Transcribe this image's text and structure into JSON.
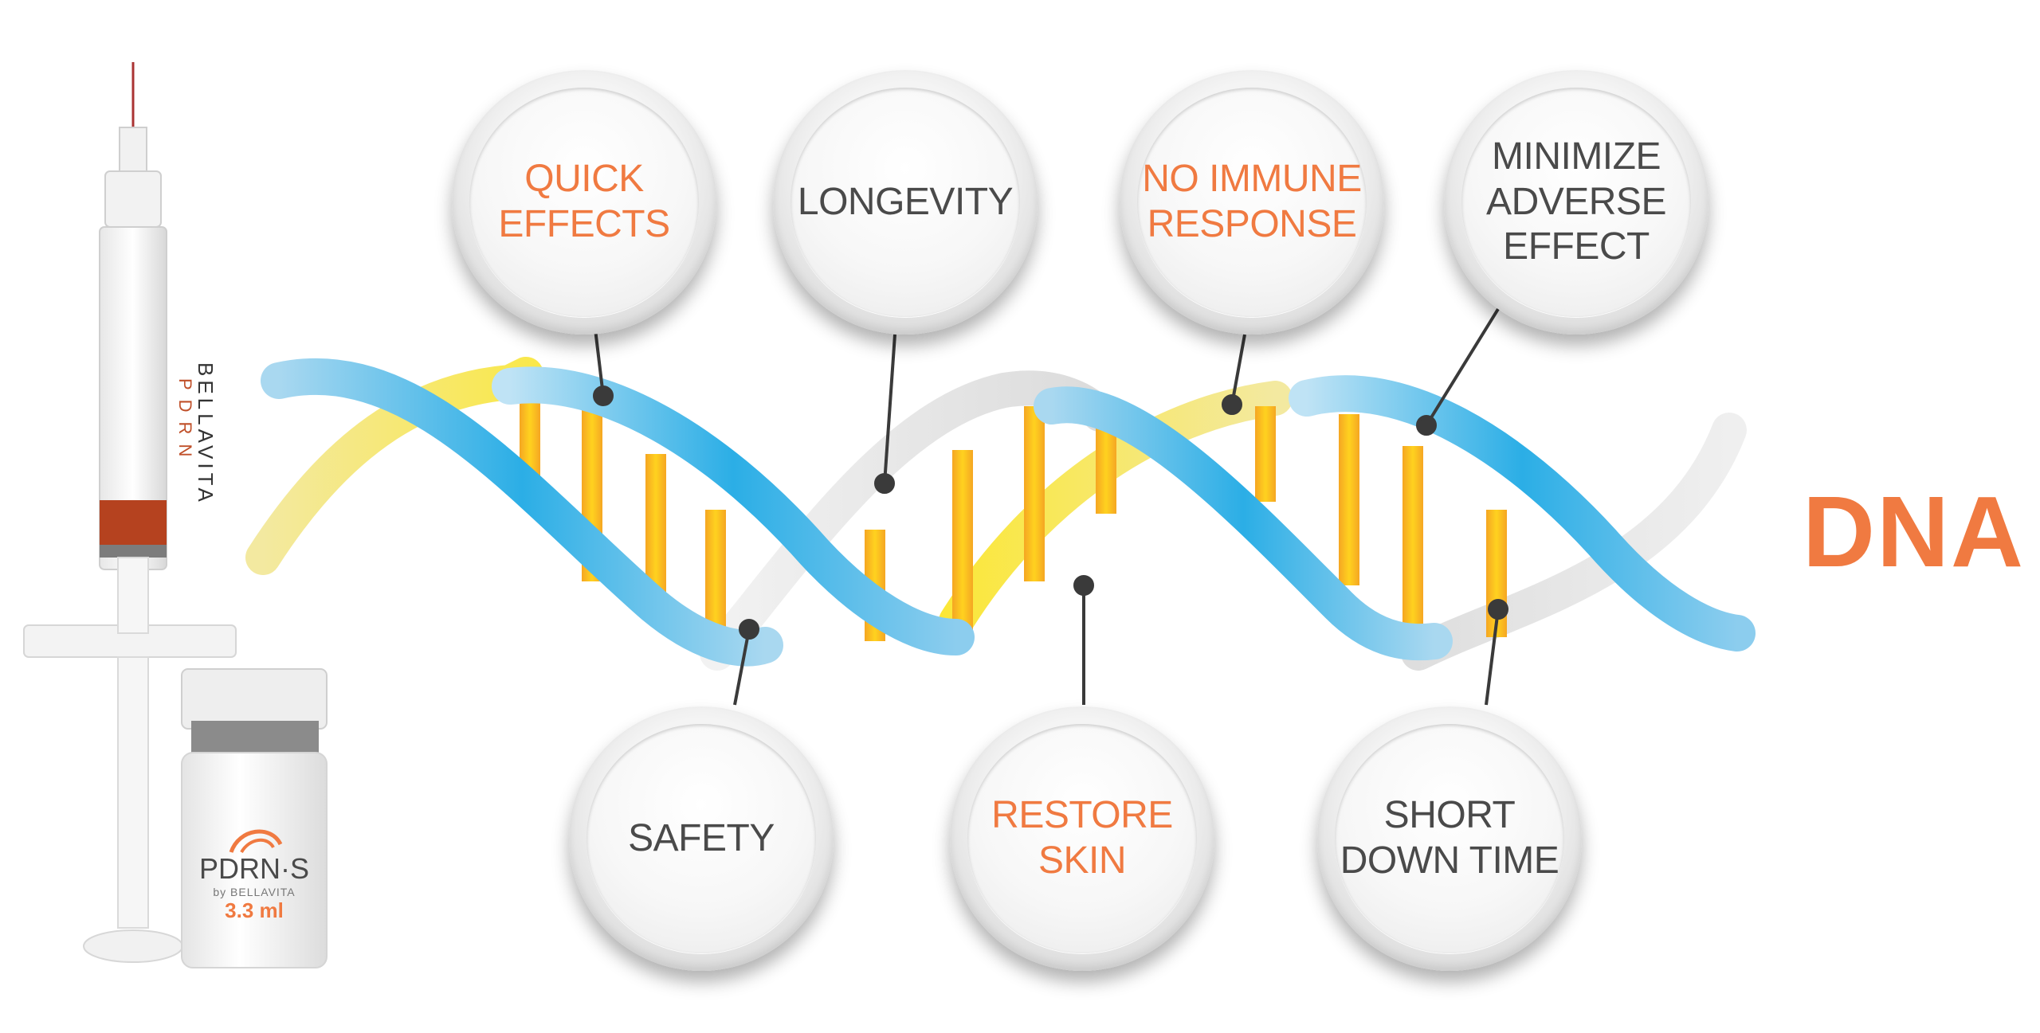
{
  "colors": {
    "orange": "#F07A41",
    "gray_text": "#4A4A4A",
    "dna_blue": "#2BAEE6",
    "dna_light_blue": "#A9D8F0",
    "dna_yellow": "#FFE600",
    "dna_orange": "#F5A623",
    "dna_gray": "#DCDCDC"
  },
  "title": "DNA",
  "features": [
    {
      "label": "QUICK\nEFFECTS",
      "color": "orange"
    },
    {
      "label": "LONGEVITY",
      "color": "gray_text"
    },
    {
      "label": "NO IMMUNE\nRESPONSE",
      "color": "orange"
    },
    {
      "label": "MINIMIZE\nADVERSE\nEFFECT",
      "color": "gray_text"
    },
    {
      "label": "SAFETY",
      "color": "gray_text"
    },
    {
      "label": "RESTORE\nSKIN",
      "color": "orange"
    },
    {
      "label": "SHORT\nDOWN TIME",
      "color": "gray_text"
    }
  ],
  "product": {
    "syringe_text": "BELLAVITA",
    "syringe_subtext": "PDRN",
    "vial_brand": "PDRN·S",
    "vial_by": "by BELLAVITA",
    "vial_volume": "3.3 ml"
  }
}
